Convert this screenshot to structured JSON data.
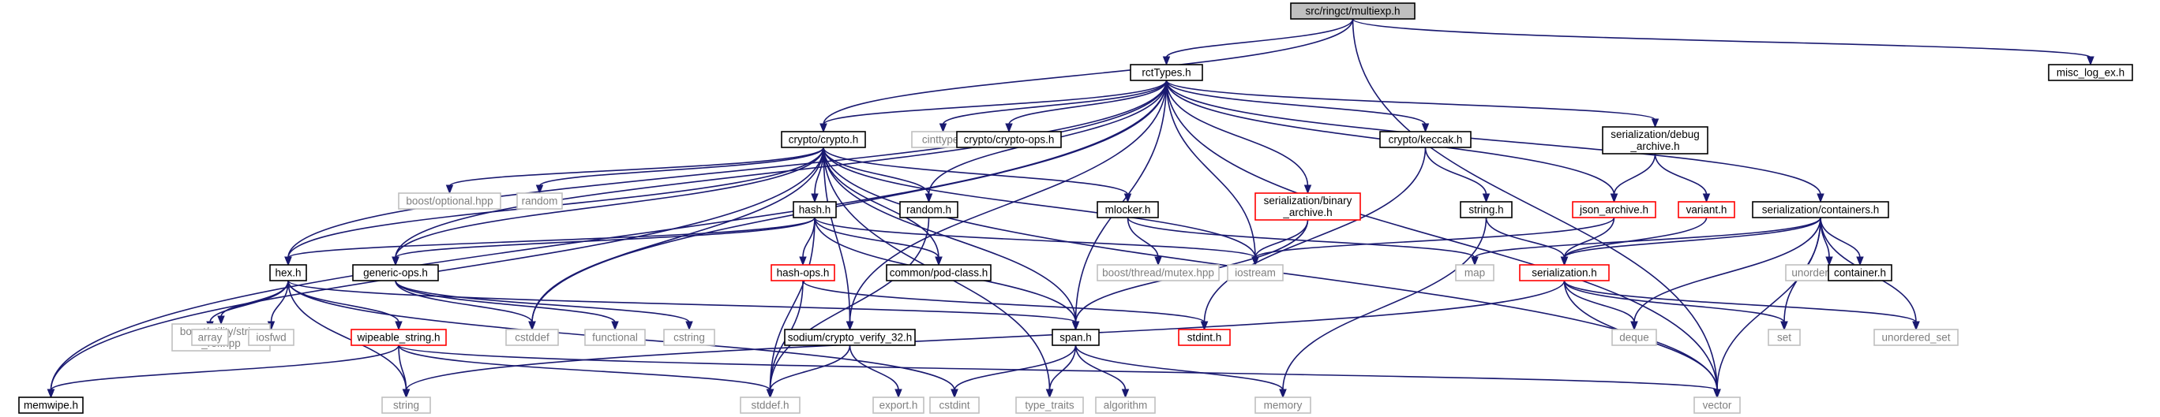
{
  "nodes": [
    {
      "id": "multiexp",
      "lines": [
        "src/ringct/multiexp.h"
      ],
      "kind": "current"
    },
    {
      "id": "rctTypes",
      "lines": [
        "rctTypes.h"
      ],
      "kind": "doc"
    },
    {
      "id": "misc_log",
      "lines": [
        "misc_log_ex.h"
      ],
      "kind": "doc"
    },
    {
      "id": "crypto",
      "lines": [
        "crypto/crypto.h"
      ],
      "kind": "doc"
    },
    {
      "id": "cinttypes",
      "lines": [
        "cinttypes"
      ],
      "kind": "ext"
    },
    {
      "id": "crypto_ops",
      "lines": [
        "crypto/crypto-ops.h"
      ],
      "kind": "doc"
    },
    {
      "id": "keccak",
      "lines": [
        "crypto/keccak.h"
      ],
      "kind": "doc"
    },
    {
      "id": "debug_archive",
      "lines": [
        "serialization/debug",
        "_archive.h"
      ],
      "kind": "doc"
    },
    {
      "id": "boost_optional",
      "lines": [
        "boost/optional.hpp"
      ],
      "kind": "ext"
    },
    {
      "id": "random",
      "lines": [
        "random"
      ],
      "kind": "ext"
    },
    {
      "id": "hash_h",
      "lines": [
        "hash.h"
      ],
      "kind": "doc"
    },
    {
      "id": "random_h",
      "lines": [
        "random.h"
      ],
      "kind": "doc"
    },
    {
      "id": "mlocker",
      "lines": [
        "mlocker.h"
      ],
      "kind": "doc"
    },
    {
      "id": "binary_archive",
      "lines": [
        "serialization/binary",
        "_archive.h"
      ],
      "kind": "red"
    },
    {
      "id": "string_h",
      "lines": [
        "string.h"
      ],
      "kind": "doc"
    },
    {
      "id": "json_archive",
      "lines": [
        "json_archive.h"
      ],
      "kind": "red"
    },
    {
      "id": "variant",
      "lines": [
        "variant.h"
      ],
      "kind": "red"
    },
    {
      "id": "containers",
      "lines": [
        "serialization/containers.h"
      ],
      "kind": "doc"
    },
    {
      "id": "hex",
      "lines": [
        "hex.h"
      ],
      "kind": "doc"
    },
    {
      "id": "generic_ops",
      "lines": [
        "generic-ops.h"
      ],
      "kind": "doc"
    },
    {
      "id": "hash_ops",
      "lines": [
        "hash-ops.h"
      ],
      "kind": "red"
    },
    {
      "id": "pod_class",
      "lines": [
        "common/pod-class.h"
      ],
      "kind": "doc"
    },
    {
      "id": "iostream",
      "lines": [
        "iostream"
      ],
      "kind": "ext"
    },
    {
      "id": "boost_mutex",
      "lines": [
        "boost/thread/mutex.hpp"
      ],
      "kind": "ext"
    },
    {
      "id": "map",
      "lines": [
        "map"
      ],
      "kind": "ext"
    },
    {
      "id": "serialization",
      "lines": [
        "serialization.h"
      ],
      "kind": "red"
    },
    {
      "id": "unordered_map",
      "lines": [
        "unordered_map"
      ],
      "kind": "ext"
    },
    {
      "id": "container",
      "lines": [
        "container.h"
      ],
      "kind": "doc"
    },
    {
      "id": "boost_string_ref",
      "lines": [
        "boost/utility/string",
        "_ref.hpp"
      ],
      "kind": "ext"
    },
    {
      "id": "array",
      "lines": [
        "array"
      ],
      "kind": "ext"
    },
    {
      "id": "iosfwd",
      "lines": [
        "iosfwd"
      ],
      "kind": "ext"
    },
    {
      "id": "wipeable_string",
      "lines": [
        "wipeable_string.h"
      ],
      "kind": "red"
    },
    {
      "id": "cstddef",
      "lines": [
        "cstddef"
      ],
      "kind": "ext"
    },
    {
      "id": "functional",
      "lines": [
        "functional"
      ],
      "kind": "ext"
    },
    {
      "id": "cstring",
      "lines": [
        "cstring"
      ],
      "kind": "ext"
    },
    {
      "id": "sodium",
      "lines": [
        "sodium/crypto_verify_32.h"
      ],
      "kind": "doc"
    },
    {
      "id": "stdint",
      "lines": [
        "stdint.h"
      ],
      "kind": "red"
    },
    {
      "id": "span",
      "lines": [
        "span.h"
      ],
      "kind": "doc"
    },
    {
      "id": "deque",
      "lines": [
        "deque"
      ],
      "kind": "ext"
    },
    {
      "id": "set",
      "lines": [
        "set"
      ],
      "kind": "ext"
    },
    {
      "id": "unordered_set",
      "lines": [
        "unordered_set"
      ],
      "kind": "ext"
    },
    {
      "id": "memwipe",
      "lines": [
        "memwipe.h"
      ],
      "kind": "doc"
    },
    {
      "id": "string",
      "lines": [
        "string"
      ],
      "kind": "ext"
    },
    {
      "id": "stddef",
      "lines": [
        "stddef.h"
      ],
      "kind": "ext"
    },
    {
      "id": "cstdint",
      "lines": [
        "cstdint"
      ],
      "kind": "ext"
    },
    {
      "id": "export",
      "lines": [
        "export.h"
      ],
      "kind": "ext"
    },
    {
      "id": "type_traits",
      "lines": [
        "type_traits"
      ],
      "kind": "ext"
    },
    {
      "id": "algorithm",
      "lines": [
        "algorithm"
      ],
      "kind": "ext"
    },
    {
      "id": "memory",
      "lines": [
        "memory"
      ],
      "kind": "ext"
    },
    {
      "id": "vector",
      "lines": [
        "vector"
      ],
      "kind": "ext"
    }
  ],
  "edges": [
    [
      "multiexp",
      "rctTypes"
    ],
    [
      "multiexp",
      "misc_log"
    ],
    [
      "multiexp",
      "crypto"
    ],
    [
      "multiexp",
      "vector"
    ],
    [
      "rctTypes",
      "crypto"
    ],
    [
      "rctTypes",
      "cinttypes"
    ],
    [
      "rctTypes",
      "crypto_ops"
    ],
    [
      "rctTypes",
      "keccak"
    ],
    [
      "rctTypes",
      "debug_archive"
    ],
    [
      "rctTypes",
      "binary_archive"
    ],
    [
      "rctTypes",
      "json_archive"
    ],
    [
      "rctTypes",
      "containers"
    ],
    [
      "rctTypes",
      "random_h"
    ],
    [
      "rctTypes",
      "hex"
    ],
    [
      "rctTypes",
      "generic_ops"
    ],
    [
      "rctTypes",
      "span"
    ],
    [
      "rctTypes",
      "sodium"
    ],
    [
      "rctTypes",
      "iostream"
    ],
    [
      "rctTypes",
      "cstddef"
    ],
    [
      "rctTypes",
      "memwipe"
    ],
    [
      "rctTypes",
      "vector"
    ],
    [
      "crypto",
      "boost_optional"
    ],
    [
      "crypto",
      "random"
    ],
    [
      "crypto",
      "hash_h"
    ],
    [
      "crypto",
      "random_h"
    ],
    [
      "crypto",
      "mlocker"
    ],
    [
      "crypto",
      "hex"
    ],
    [
      "crypto",
      "generic_ops"
    ],
    [
      "crypto",
      "pod_class"
    ],
    [
      "crypto",
      "iostream"
    ],
    [
      "crypto",
      "span"
    ],
    [
      "crypto",
      "cstddef"
    ],
    [
      "crypto",
      "memwipe"
    ],
    [
      "crypto",
      "type_traits"
    ],
    [
      "crypto",
      "vector"
    ],
    [
      "crypto",
      "sodium"
    ],
    [
      "keccak",
      "string_h"
    ],
    [
      "keccak",
      "stdint"
    ],
    [
      "debug_archive",
      "json_archive"
    ],
    [
      "debug_archive",
      "variant"
    ],
    [
      "hash_h",
      "hex"
    ],
    [
      "hash_h",
      "generic_ops"
    ],
    [
      "hash_h",
      "pod_class"
    ],
    [
      "hash_h",
      "hash_ops"
    ],
    [
      "hash_h",
      "iostream"
    ],
    [
      "hash_h",
      "span"
    ],
    [
      "hash_h",
      "stddef"
    ],
    [
      "random_h",
      "stddef"
    ],
    [
      "mlocker",
      "boost_mutex"
    ],
    [
      "mlocker",
      "map"
    ],
    [
      "binary_archive",
      "iostream"
    ],
    [
      "binary_archive",
      "span"
    ],
    [
      "string_h",
      "serialization"
    ],
    [
      "string_h",
      "memory"
    ],
    [
      "json_archive",
      "iostream"
    ],
    [
      "json_archive",
      "serialization"
    ],
    [
      "variant",
      "serialization"
    ],
    [
      "containers",
      "map"
    ],
    [
      "containers",
      "unordered_map"
    ],
    [
      "containers",
      "container"
    ],
    [
      "containers",
      "serialization"
    ],
    [
      "containers",
      "deque"
    ],
    [
      "containers",
      "set"
    ],
    [
      "containers",
      "unordered_set"
    ],
    [
      "containers",
      "vector"
    ],
    [
      "hex",
      "boost_string_ref"
    ],
    [
      "hex",
      "array"
    ],
    [
      "hex",
      "iosfwd"
    ],
    [
      "hex",
      "wipeable_string"
    ],
    [
      "hex",
      "string"
    ],
    [
      "hex",
      "span"
    ],
    [
      "hex",
      "cstdint"
    ],
    [
      "generic_ops",
      "cstddef"
    ],
    [
      "generic_ops",
      "functional"
    ],
    [
      "generic_ops",
      "cstring"
    ],
    [
      "hash_ops",
      "stdint"
    ],
    [
      "hash_ops",
      "stddef"
    ],
    [
      "wipeable_string",
      "memwipe"
    ],
    [
      "wipeable_string",
      "string"
    ],
    [
      "wipeable_string",
      "stddef"
    ],
    [
      "wipeable_string",
      "vector"
    ],
    [
      "serialization",
      "string"
    ],
    [
      "serialization",
      "deque"
    ],
    [
      "serialization",
      "set"
    ],
    [
      "serialization",
      "unordered_set"
    ],
    [
      "serialization",
      "vector"
    ],
    [
      "sodium",
      "stddef"
    ],
    [
      "sodium",
      "export"
    ],
    [
      "span",
      "cstdint"
    ],
    [
      "span",
      "type_traits"
    ],
    [
      "span",
      "algorithm"
    ],
    [
      "span",
      "memory"
    ]
  ]
}
